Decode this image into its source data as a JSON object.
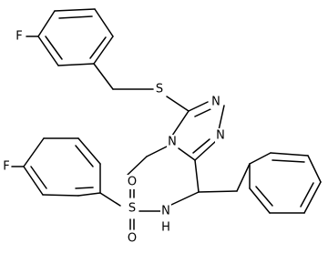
{
  "molecule": {
    "atoms": {
      "f_left": "F",
      "f_top": "F",
      "s_thioether": "S",
      "s_sulfonyl": "S",
      "o_upper": "O",
      "o_lower": "O",
      "n_amide": "N",
      "h_amide": "H",
      "n_ring_4": "N",
      "n_ring_1": "N",
      "n_ring_2": "N"
    }
  }
}
